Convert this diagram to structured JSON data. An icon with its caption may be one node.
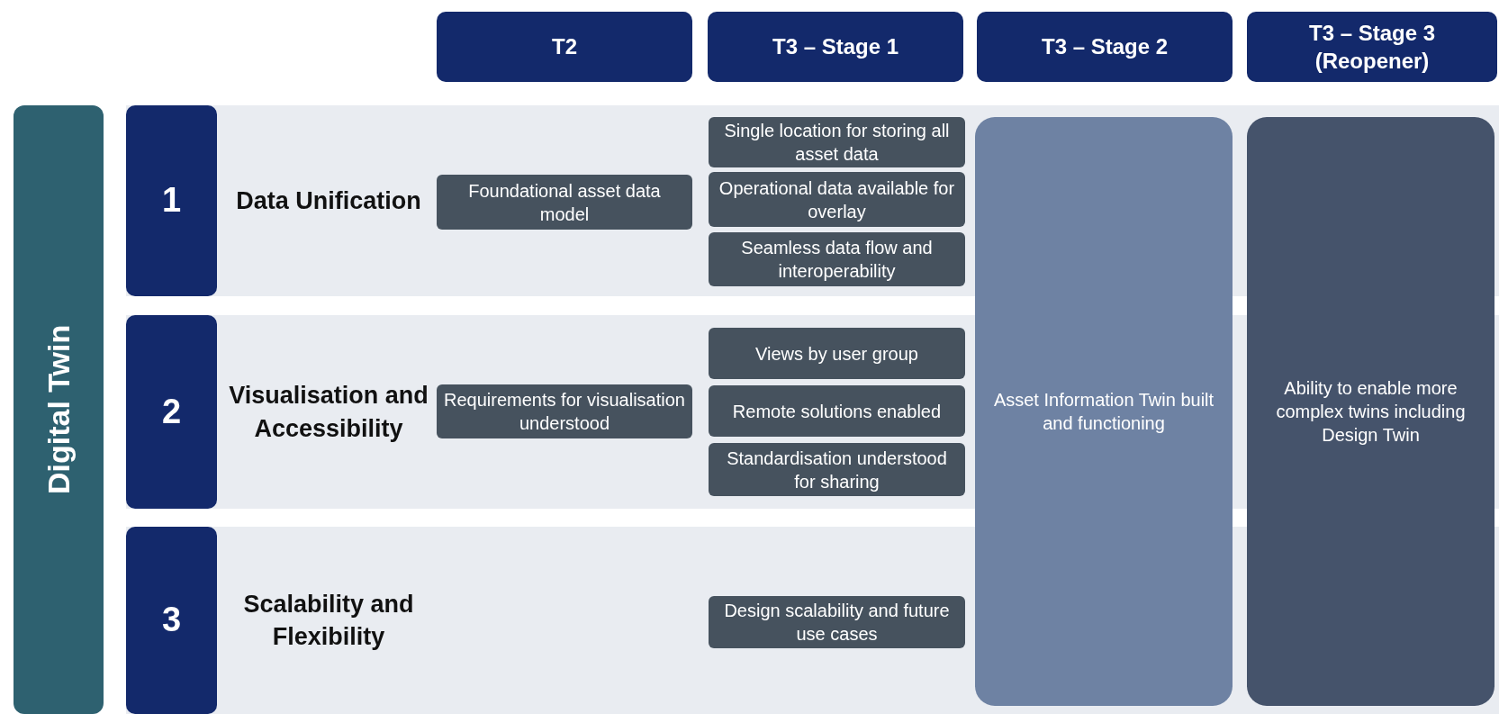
{
  "diagram": {
    "nodes": [
      {
        "text": [
          "T2"
        ]
      },
      {
        "text": [
          "T3 – Stage 1"
        ]
      },
      {
        "text": [
          "T3 – Stage 2"
        ]
      },
      {
        "text": [
          "T3 – Stage 3 (Reopener)"
        ]
      },
      {
        "text": [
          "Digital Twin"
        ]
      },
      {
        "text": [
          "Data Unification"
        ]
      },
      {
        "text": [
          "1"
        ],
        "in": 5
      },
      {
        "text": [
          "Foundational asset data model"
        ],
        "in": 5
      },
      {
        "text": [
          "Single location for storing all asset data"
        ],
        "in": 5
      },
      {
        "text": [
          "Operational data available for overlay"
        ],
        "in": 5
      },
      {
        "text": [
          "Seamless data flow and interoperability"
        ],
        "in": 5
      },
      {
        "text": [
          "Visualisation and Accessibility"
        ]
      },
      {
        "text": [
          "2"
        ],
        "in": 11
      },
      {
        "text": [
          "Requirements for visualisation understood"
        ],
        "in": 11
      },
      {
        "text": [
          "Views by user group"
        ],
        "in": 11
      },
      {
        "text": [
          "Remote solutions enabled"
        ],
        "in": 11
      },
      {
        "text": [
          "Standardisation understood for sharing"
        ],
        "in": 11
      },
      {
        "text": [
          "Scalability and Flexibility"
        ]
      },
      {
        "text": [
          "3"
        ],
        "in": 17
      },
      {
        "text": [
          "Design scalability and future use cases"
        ],
        "in": 17
      },
      {
        "text": [
          "Asset Information Twin built and functioning"
        ]
      },
      {
        "text": [
          "Ability to enable more complex twins including Design Twin"
        ]
      }
    ],
    "edges": []
  }
}
